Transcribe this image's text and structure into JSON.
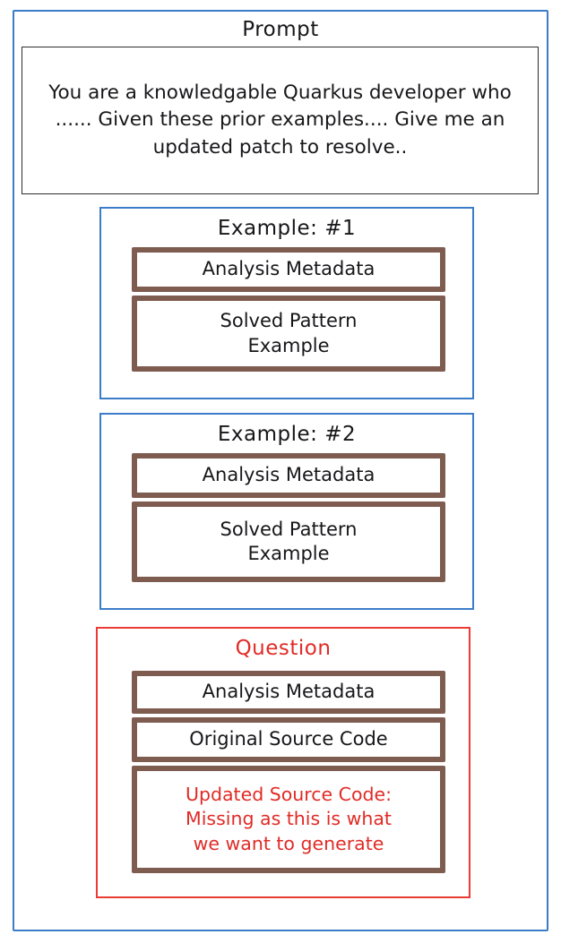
{
  "colors": {
    "outer_frame": "#3c7dc9",
    "example_frame": "#3c7dc9",
    "question_frame": "#ea3b34",
    "inner_box": "#7f5c50",
    "text": "#17171a",
    "highlight_text": "#e02b26",
    "background": "#ffffff"
  },
  "prompt": {
    "title": "Prompt",
    "body": "You are a knowledgable Quarkus developer who ...... Given these prior examples.... Give me an updated patch to resolve.."
  },
  "examples": [
    {
      "title": "Example: #1",
      "metadata_label": "Analysis Metadata",
      "pattern_label": "Solved Pattern\nExample"
    },
    {
      "title": "Example: #2",
      "metadata_label": "Analysis Metadata",
      "pattern_label": "Solved Pattern\nExample"
    }
  ],
  "question": {
    "title": "Question",
    "metadata_label": "Analysis Metadata",
    "original_source_label": "Original Source Code",
    "updated_source_label": "Updated Source Code:\nMissing as this is what\nwe want to generate"
  }
}
